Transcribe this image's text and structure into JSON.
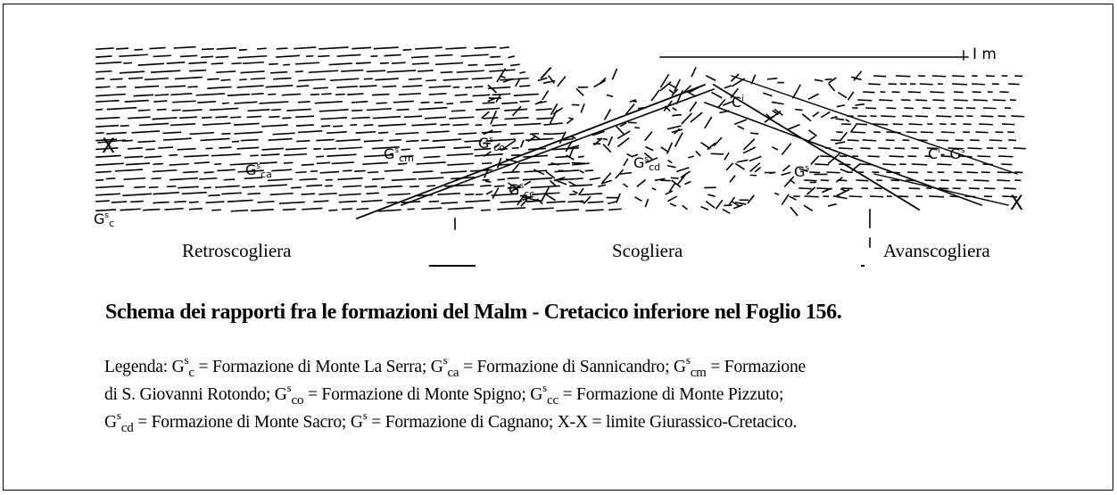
{
  "figure": {
    "line_label": "I m",
    "x_label_left": "X",
    "x_label_right": "X",
    "formation_labels": [
      {
        "key": "c",
        "base": "G",
        "sup": "s",
        "sub": "c"
      },
      {
        "key": "ca",
        "base": "G",
        "sup": "s",
        "sub": "ca"
      },
      {
        "key": "cm",
        "base": "G",
        "sup": "s",
        "sub": "cm"
      },
      {
        "key": "co",
        "base": "G",
        "sup": "s",
        "sub": "co"
      },
      {
        "key": "cc",
        "base": "G",
        "sup": "s",
        "sub": "cc"
      },
      {
        "key": "cd",
        "base": "G",
        "sup": "s",
        "sub": "cd"
      },
      {
        "key": "g",
        "base": "G",
        "sup": "s",
        "sub": ""
      },
      {
        "key": "ci",
        "base": "C",
        "sup": "i",
        "sub": ""
      },
      {
        "key": "cig",
        "base": "C",
        "sup": "i",
        "sub": "- G",
        "tail_sup": "s"
      }
    ],
    "zones": [
      "Retroscogliera",
      "Scogliera",
      "Avanscogliera"
    ]
  },
  "title": "Schema dei rapporti fra le formazioni del Malm - Cretacico inferiore nel Foglio 156.",
  "legend": {
    "prefix": "Legenda: ",
    "entries": [
      {
        "sub": "c",
        "text": " = Formazione di Monte La Serra; "
      },
      {
        "sub": "ca",
        "text": " = Formazione di Sannicandro; "
      },
      {
        "sub": "cm",
        "text": " = Formazione"
      },
      {
        "sub": "co",
        "text": " = Formazione di Monte Spigno; ",
        "lead": "di S. Giovanni Rotondo; "
      },
      {
        "sub": "cc",
        "text": " = Formazione di Monte Pizzuto;"
      },
      {
        "sub": "cd",
        "text": " = Formazione di Monte Sacro; "
      },
      {
        "sub": "",
        "text": " = Formazione di Cagnano; X-X = limite Giurassico-Cretacico."
      }
    ],
    "base": "G",
    "sup": "s"
  }
}
